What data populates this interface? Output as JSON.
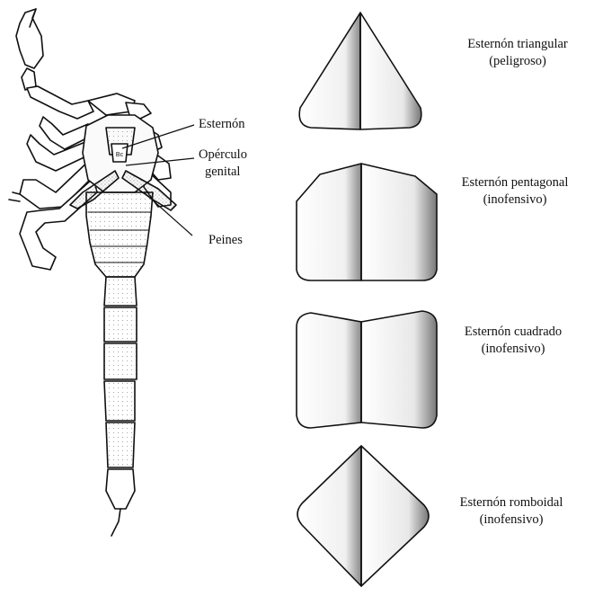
{
  "scorpion_labels": {
    "esternon": "Esternón",
    "operculo_line1": "Opérculo",
    "operculo_line2": "genital",
    "peines": "Peines"
  },
  "sternum_types": [
    {
      "shape": "triangular",
      "name": "Esternón triangular",
      "note": "(peligroso)"
    },
    {
      "shape": "pentagonal",
      "name": "Esternón pentagonal",
      "note": "(inofensivo)"
    },
    {
      "shape": "cuadrado",
      "name": "Esternón cuadrado",
      "note": "(inofensivo)"
    },
    {
      "shape": "romboidal",
      "name": "Esternón romboidal",
      "note": "(inofensivo)"
    }
  ],
  "colors": {
    "ink": "#111111",
    "shade": "#9a9a9a",
    "paper": "#ffffff"
  }
}
